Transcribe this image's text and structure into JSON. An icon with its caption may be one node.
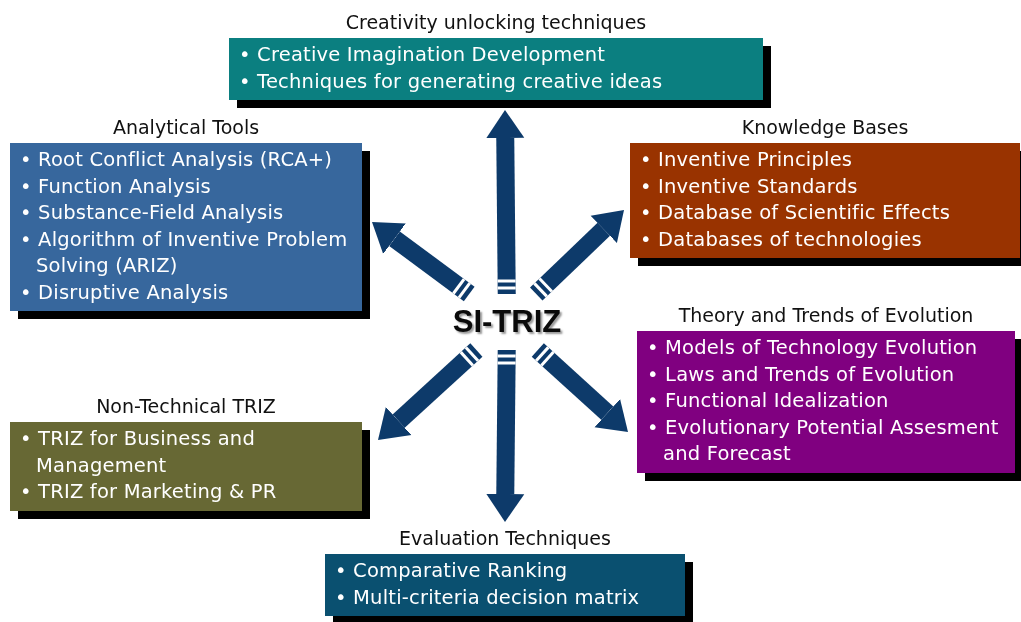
{
  "diagram": {
    "nodes": [
      {
        "text": [
          "Creativity unlocking techniques",
          "• Creative Imagination Development",
          "• Techniques for generating creative ideas"
        ]
      },
      {
        "text": [
          "Analytical Tools",
          "• Root Conflict Analysis (RCA+)",
          "• Function Analysis",
          "• Substance-Field Analysis",
          "• Algorithm of Inventive Problem Solving (ARIZ)",
          "• Disruptive Analysis"
        ]
      },
      {
        "text": [
          "Knowledge Bases",
          "• Inventive Principles",
          "• Inventive Standards",
          "• Database of Scientific Effects",
          "• Databases of technologies"
        ]
      },
      {
        "text": [
          "SI-TRIZ"
        ]
      },
      {
        "text": [
          "Theory and Trends of Evolution",
          "• Models of Technology Evolution",
          "• Laws and Trends of Evolution",
          "• Functional Idealization",
          "• Evolutionary Potential Assesment and Forecast"
        ]
      },
      {
        "text": [
          "Non-Technical TRIZ",
          "• TRIZ for Business and Management",
          "• TRIZ for Marketing & PR"
        ]
      },
      {
        "text": [
          "Evaluation Techniques",
          "• Comparative Ranking",
          "• Multi-criteria decision matrix"
        ]
      }
    ],
    "edges": [
      {
        "from": 3,
        "to": 0,
        "arrow": "to"
      },
      {
        "from": 3,
        "to": 1,
        "arrow": "to"
      },
      {
        "from": 3,
        "to": 2,
        "arrow": "to"
      },
      {
        "from": 3,
        "to": 4,
        "arrow": "to"
      },
      {
        "from": 3,
        "to": 5,
        "arrow": "to"
      },
      {
        "from": 3,
        "to": 6,
        "arrow": "to"
      }
    ]
  }
}
